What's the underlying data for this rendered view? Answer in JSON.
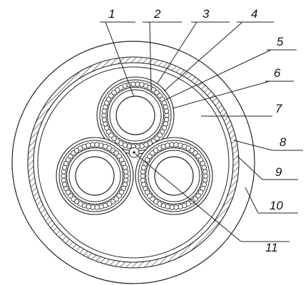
{
  "diagram": {
    "labels": [
      "1",
      "2",
      "3",
      "4",
      "5",
      "6",
      "7",
      "8",
      "9",
      "10",
      "11"
    ]
  }
}
